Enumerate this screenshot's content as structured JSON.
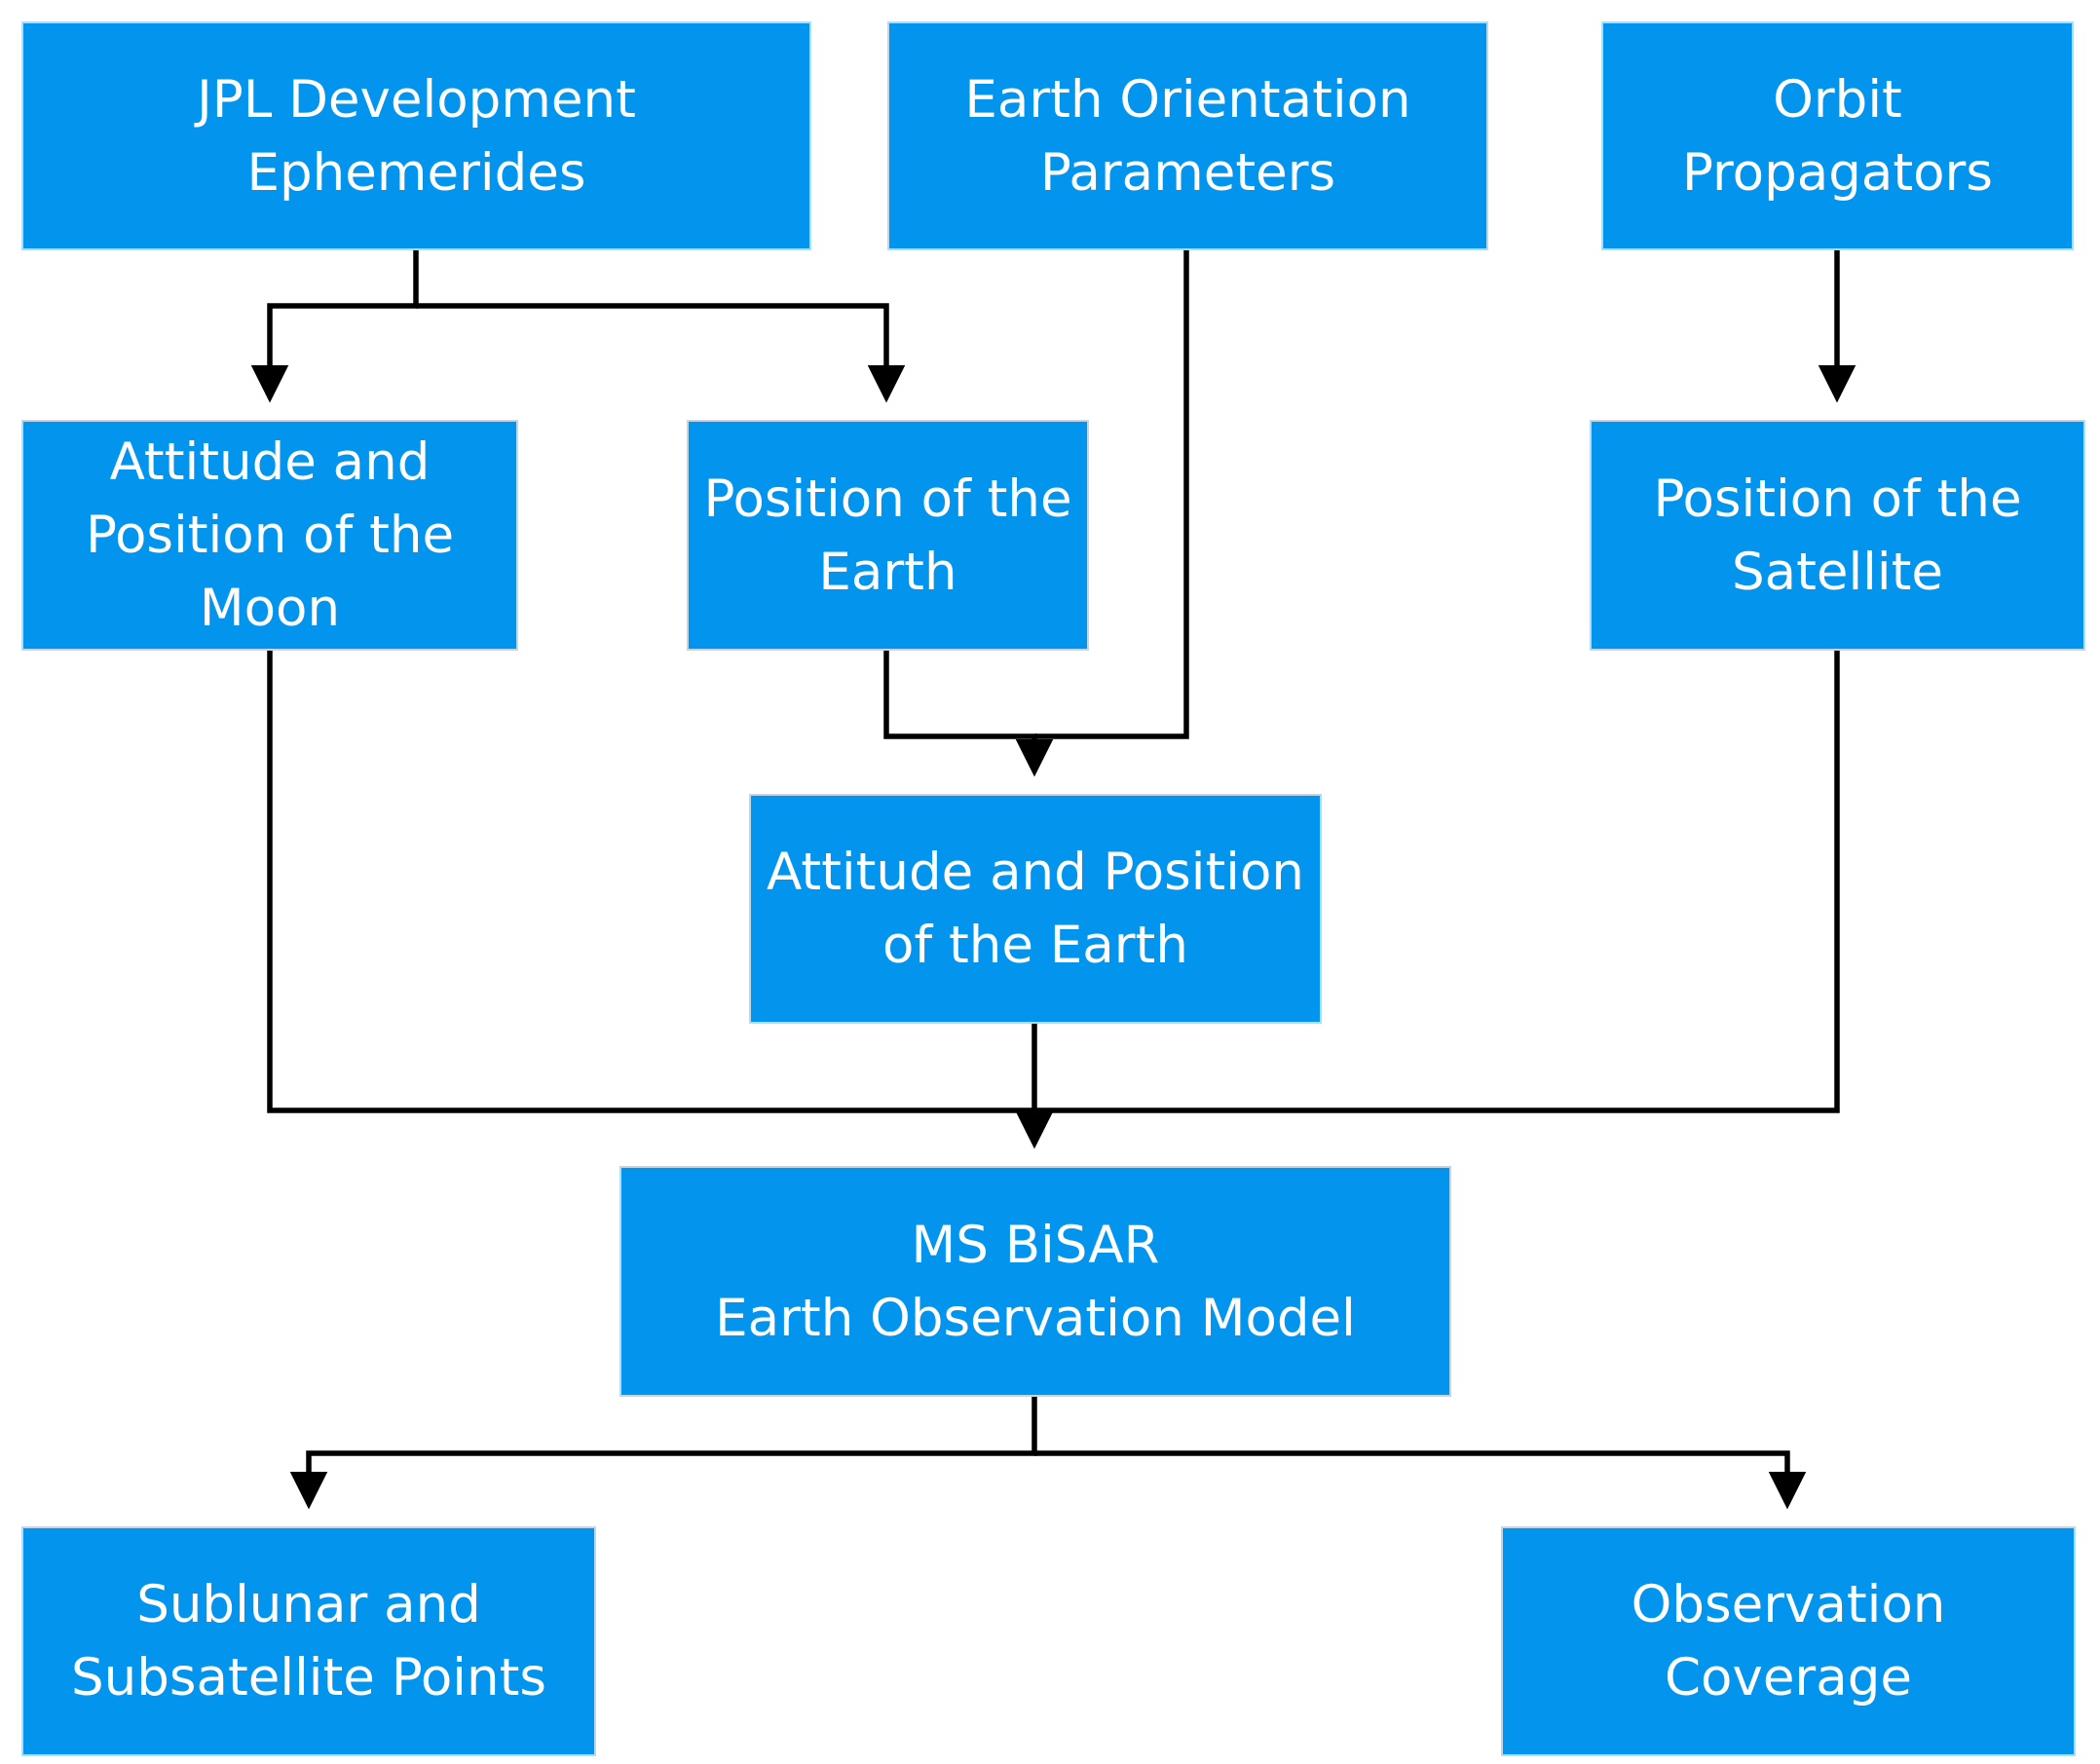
{
  "diagram": {
    "type": "flowchart",
    "colors": {
      "node_fill": "#0395ee",
      "node_text": "#ffffff",
      "connector": "#000000"
    },
    "nodes": {
      "jpl": {
        "label": "JPL Development\nEphemerides"
      },
      "eop": {
        "label": "Earth Orientation\nParameters"
      },
      "orbit": {
        "label": "Orbit\nPropagators"
      },
      "moon": {
        "label": "Attitude and\nPosition of the\nMoon"
      },
      "earthpos": {
        "label": "Position of the\nEarth"
      },
      "satpos": {
        "label": "Position of the\nSatellite"
      },
      "earthatt": {
        "label": "Attitude and Position\nof the Earth"
      },
      "bisar": {
        "label": "MS BiSAR\nEarth Observation Model"
      },
      "sublunar": {
        "label": "Sublunar and\nSubsatellite Points"
      },
      "coverage": {
        "label": "Observation\nCoverage"
      }
    },
    "edges": [
      {
        "from": "jpl",
        "to": "moon"
      },
      {
        "from": "jpl",
        "to": "earthpos"
      },
      {
        "from": "orbit",
        "to": "satpos"
      },
      {
        "from": "earthpos",
        "to": "earthatt"
      },
      {
        "from": "eop",
        "to": "earthatt"
      },
      {
        "from": "earthatt",
        "to": "bisar"
      },
      {
        "from": "moon",
        "to": "bisar"
      },
      {
        "from": "satpos",
        "to": "bisar"
      },
      {
        "from": "bisar",
        "to": "sublunar"
      },
      {
        "from": "bisar",
        "to": "coverage"
      }
    ]
  }
}
